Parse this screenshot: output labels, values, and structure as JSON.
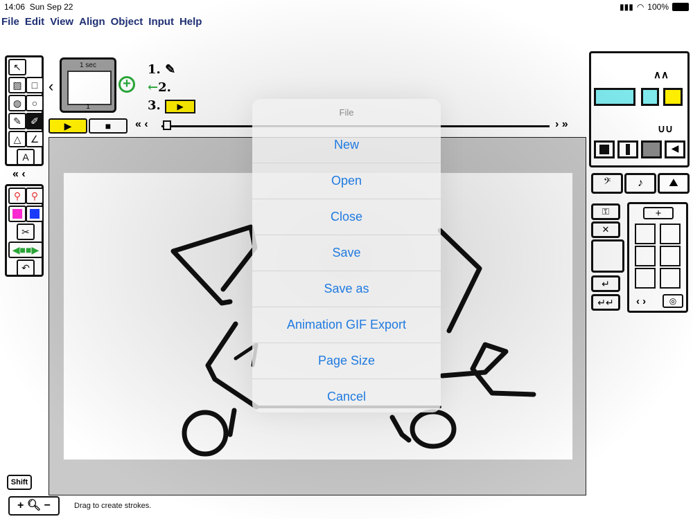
{
  "status": {
    "time": "14:06",
    "date": "Sun Sep 22",
    "battery": "100%"
  },
  "menu": [
    "File",
    "Edit",
    "View",
    "Align",
    "Object",
    "Input",
    "Help"
  ],
  "frame": {
    "label": "1 sec",
    "number": "1"
  },
  "steps": [
    "1.",
    "2.",
    "3."
  ],
  "sheet": {
    "title": "File",
    "items": [
      "New",
      "Open",
      "Close",
      "Save",
      "Save as",
      "Animation GIF Export",
      "Page Size",
      "Cancel"
    ]
  },
  "bottom": {
    "shift": "Shift",
    "hint": "Drag to create strokes."
  },
  "colors": {
    "accent": "#1f7ae0",
    "menu": "#1f2f73",
    "yellow": "#ffee00",
    "cyan": "#7ee8ec",
    "green": "#2aa83a"
  }
}
